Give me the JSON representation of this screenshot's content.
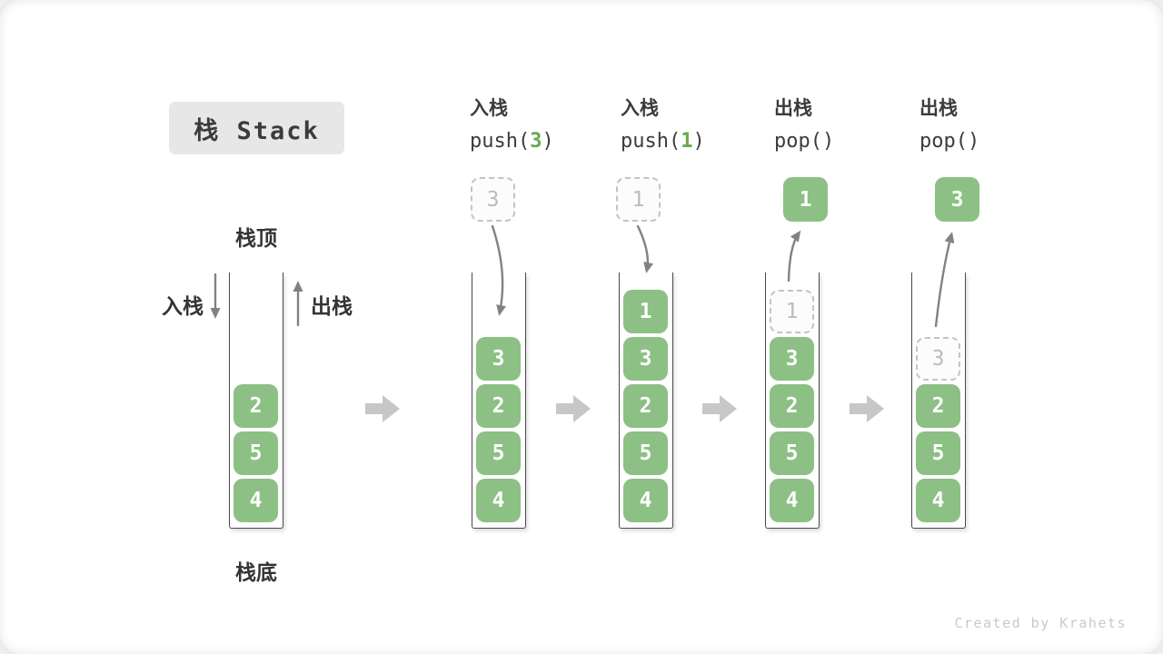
{
  "title": "栈 Stack",
  "labels": {
    "stack_top": "栈顶",
    "stack_bottom": "栈底",
    "push": "入栈",
    "pop": "出栈"
  },
  "operations": [
    {
      "label": "入栈",
      "code_pre": "push(",
      "code_arg": "3",
      "code_post": ")"
    },
    {
      "label": "入栈",
      "code_pre": "push(",
      "code_arg": "1",
      "code_post": ")"
    },
    {
      "label": "出栈",
      "code_pre": "pop(",
      "code_arg": "",
      "code_post": ")"
    },
    {
      "label": "出栈",
      "code_pre": "pop(",
      "code_arg": "",
      "code_post": ")"
    }
  ],
  "floating": [
    {
      "value": "3",
      "style": "ghost"
    },
    {
      "value": "1",
      "style": "ghost"
    },
    {
      "value": "1",
      "style": "solid"
    },
    {
      "value": "3",
      "style": "solid"
    }
  ],
  "stacks": [
    {
      "cells": [
        {
          "v": "2"
        },
        {
          "v": "5"
        },
        {
          "v": "4"
        }
      ]
    },
    {
      "cells": [
        {
          "v": "3"
        },
        {
          "v": "2"
        },
        {
          "v": "5"
        },
        {
          "v": "4"
        }
      ]
    },
    {
      "cells": [
        {
          "v": "1"
        },
        {
          "v": "3"
        },
        {
          "v": "2"
        },
        {
          "v": "5"
        },
        {
          "v": "4"
        }
      ]
    },
    {
      "cells": [
        {
          "v": "1",
          "ghost": true
        },
        {
          "v": "3"
        },
        {
          "v": "2"
        },
        {
          "v": "5"
        },
        {
          "v": "4"
        }
      ]
    },
    {
      "cells": [
        {
          "v": "3",
          "ghost": true
        },
        {
          "v": "2"
        },
        {
          "v": "5"
        },
        {
          "v": "4"
        }
      ]
    }
  ],
  "colors": {
    "cell_green": "#8CC084",
    "code_arg_green": "#6AA84F",
    "step_arrow_gray": "#C7C7C7",
    "motion_arrow_gray": "#828282"
  },
  "watermark": "Created by Krahets"
}
